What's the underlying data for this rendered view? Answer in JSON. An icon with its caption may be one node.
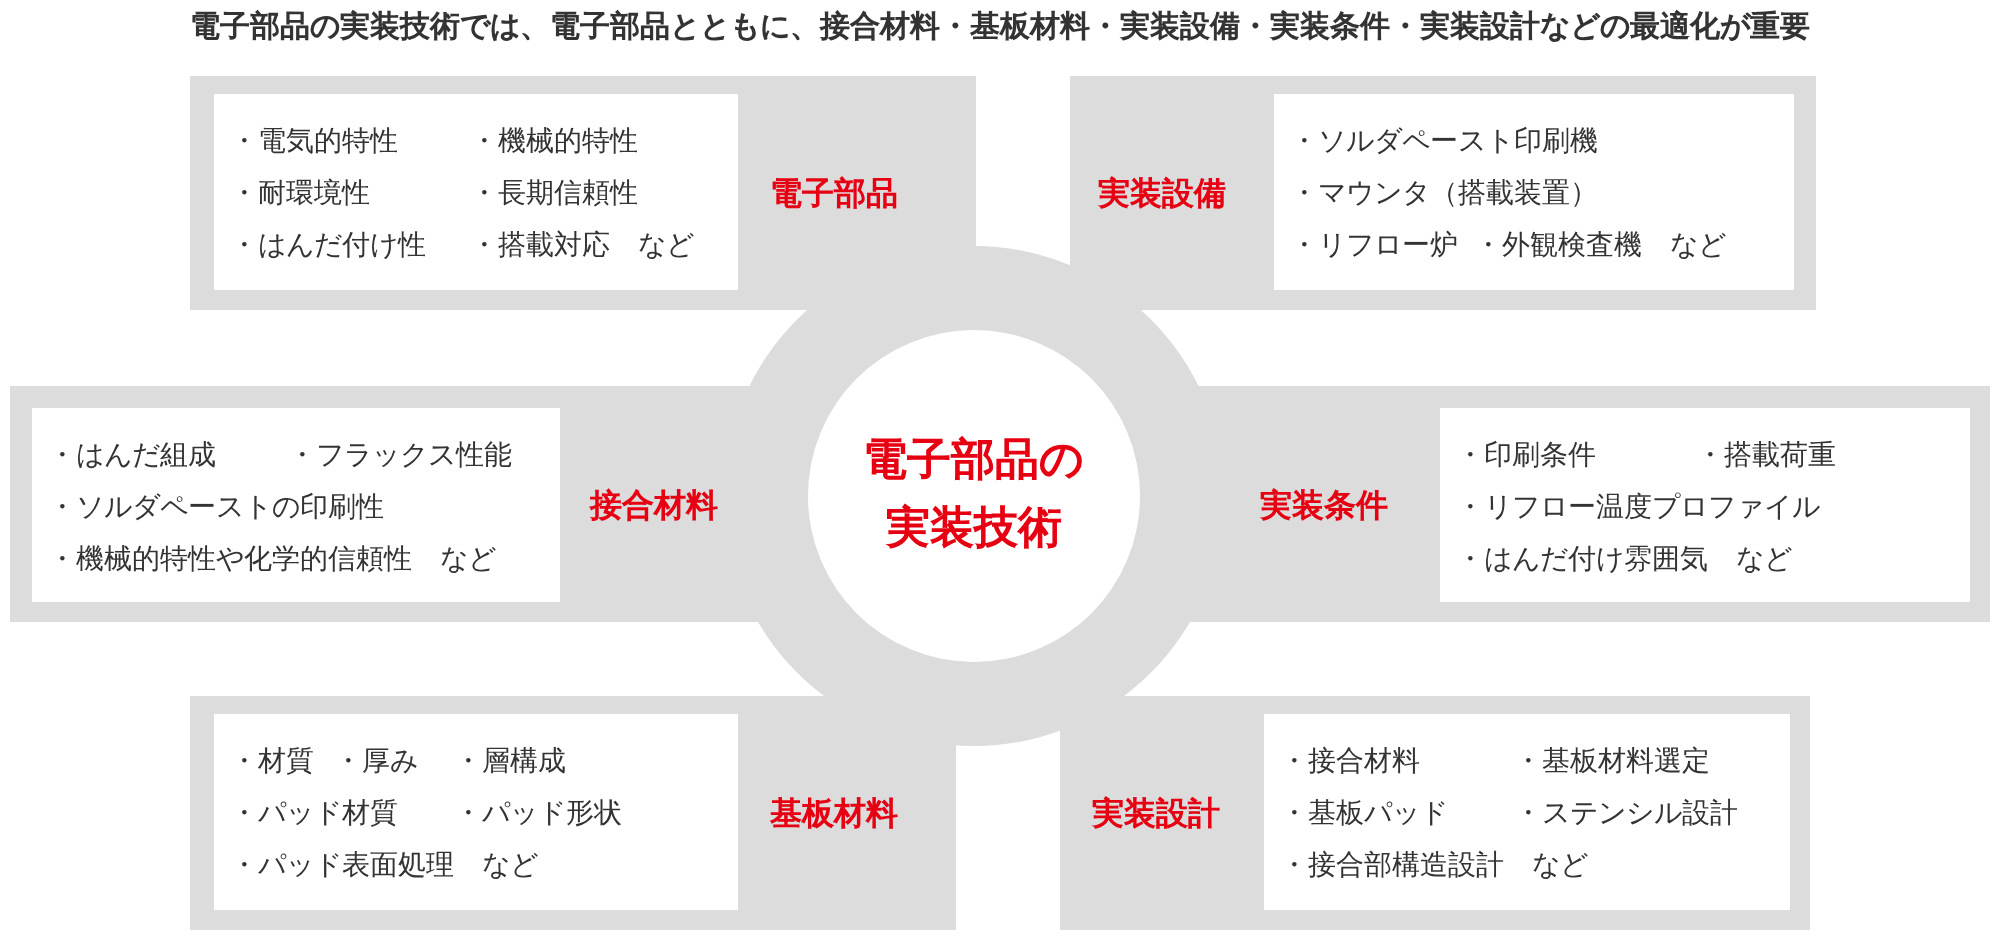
{
  "diagram": {
    "title": "電子部品の実装技術では、電子部品とともに、接合材料・基板材料・実装設備・実装条件・実装設計などの最適化が重要",
    "nodes": [
      {
        "text": [
          "電子部品の実装技術"
        ]
      },
      {
        "text": [
          "電子部品",
          "・電気的特性",
          "・機械的特性",
          "・耐環境性",
          "・長期信頼性",
          "・はんだ付け性",
          "・搭載対応　など"
        ]
      },
      {
        "text": [
          "実装設備",
          "・ソルダペースト印刷機",
          "・マウンタ（搭載装置）",
          "・リフロー炉",
          "・外観検査機　など"
        ]
      },
      {
        "text": [
          "接合材料",
          "・はんだ組成",
          "・フラックス性能",
          "・ソルダペーストの印刷性",
          "・機械的特性や化学的信頼性　など"
        ]
      },
      {
        "text": [
          "実装条件",
          "・印刷条件",
          "・搭載荷重",
          "・リフロー温度プロファイル",
          "・はんだ付け雰囲気　など"
        ]
      },
      {
        "text": [
          "基板材料",
          "・材質",
          "・厚み",
          "・層構成",
          "・パッド材質",
          "・パッド形状",
          "・パッド表面処理　など"
        ]
      },
      {
        "text": [
          "実装設計",
          "・接合材料",
          "・基板材料選定",
          "・基板パッド",
          "・ステンシル設計",
          "・接合部構造設計　など"
        ]
      }
    ]
  }
}
